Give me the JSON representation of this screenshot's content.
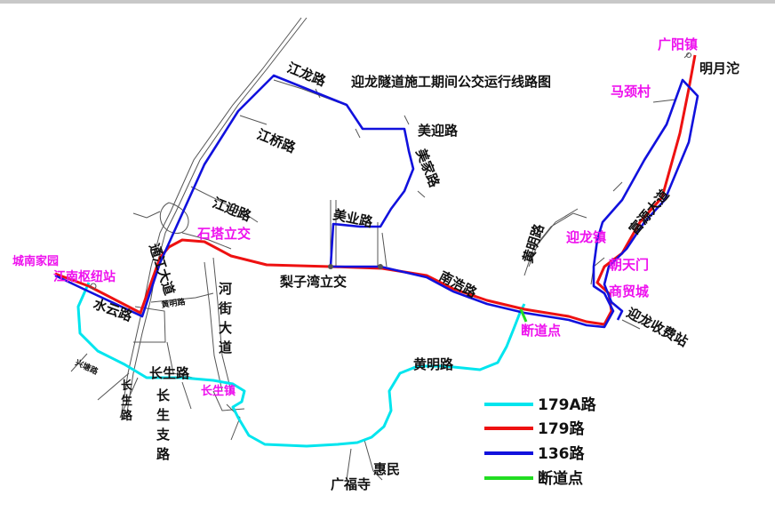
{
  "title": "迎龙隧道施工期间公交运行线路图",
  "colors": {
    "route_179A": "#00e5ee",
    "route_179": "#ee1111",
    "route_136": "#1111dd",
    "break_point": "#22dd22",
    "road": "#555555",
    "label_black": "#111111",
    "label_magenta": "#ee11ee"
  },
  "place_labels": {
    "guangyang_town": "广阳镇",
    "mingyuetuo": "明月沱",
    "majing_village": "马颈村",
    "yinglong_town": "迎龙镇",
    "chaotianmen_mall": "朝天门\n商贸城",
    "yinglong_toll_station": "迎龙收费站",
    "duandao_point": "断道点",
    "shita_interchange": "石塔立交",
    "lizi_wan_interchange": "梨子湾立交",
    "chengnan_jiayuan": "城南家园",
    "jiangnan_hub": "江南枢纽站",
    "changsheng_town": "长生镇",
    "guangfu_temple": "广福寺",
    "huimin": "惠民"
  },
  "road_labels": {
    "jianglong_rd": "江龙路",
    "jiangqiao_rd": "江桥路",
    "jiangying_rd": "江迎路",
    "meiying_rd": "美迎路",
    "meijia_rd": "美家路",
    "meiye_rd": "美业路",
    "nanhao_rd": "南浩路",
    "huangming_rd_east": "黄明路",
    "huangming_rd_south": "黄明路",
    "huangming_rd_small": "黄明路",
    "fumin_ave": "富源大道",
    "tongjiang_ave": "通江大道",
    "shuiyun_rd": "水云路",
    "hejie_ave": "河街大道",
    "changsheng_rd": "长生路",
    "changsheng_branch_rd": "长生支路",
    "changsheng_rd_left": "长生路",
    "xingtang_rd": "兴塘路"
  },
  "legend": [
    {
      "label": "179A路",
      "color": "#00e5ee"
    },
    {
      "label": "179路",
      "color": "#ee1111"
    },
    {
      "label": "136路",
      "color": "#1111dd"
    },
    {
      "label": "断道点",
      "color": "#22dd22"
    }
  ]
}
